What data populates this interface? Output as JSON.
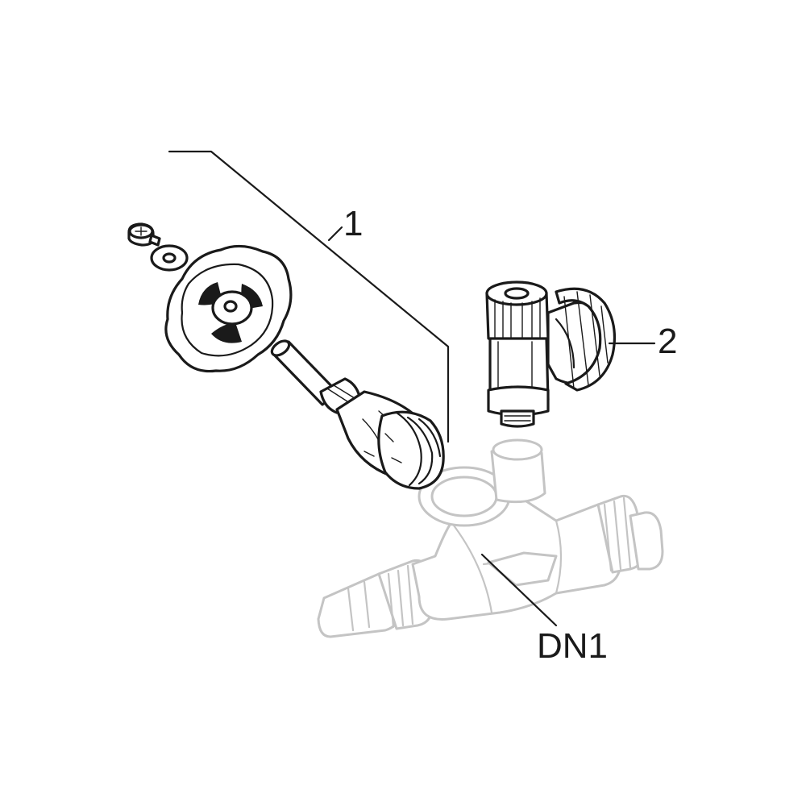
{
  "callouts": {
    "part_1": "1",
    "part_2": "2",
    "part_dn1": "DN1"
  },
  "colors": {
    "line": "#1a1a1a",
    "ghost": "#c4c4c4",
    "background": "#ffffff"
  }
}
